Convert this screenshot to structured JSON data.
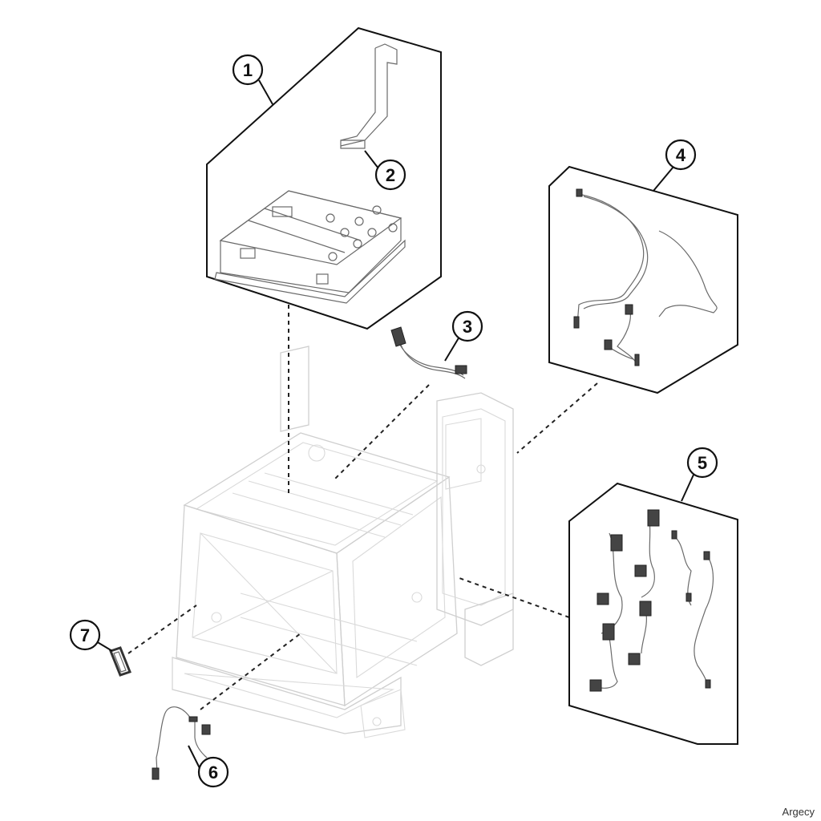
{
  "callouts": {
    "c1": "1",
    "c2": "2",
    "c3": "3",
    "c4": "4",
    "c5": "5",
    "c6": "6",
    "c7": "7"
  },
  "watermark": "Argecy"
}
